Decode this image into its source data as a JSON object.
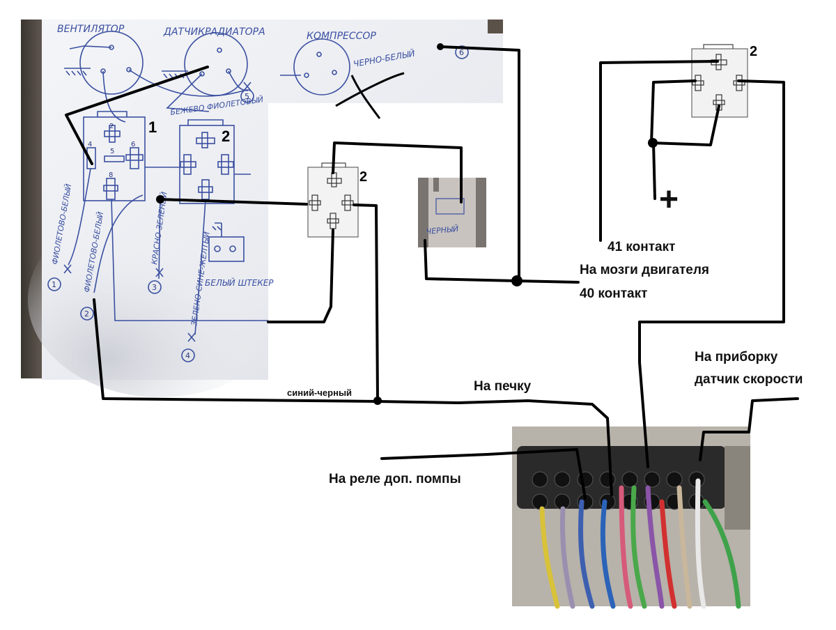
{
  "sketch": {
    "fan": "ВЕНТИЛЯТОР",
    "radiator_sensor": "ДАТЧИКРАДИАТОРА",
    "compressor": "КОМПРЕССОР",
    "ground_mark": "масса",
    "black_white": "ЧЕРНО-БЕЛЫЙ",
    "beige_violet": "БЕЖЕВО ФИОЛЕТОВЫЙ",
    "violet_white_1": "ФИОЛЕТОВО-БЕЛЫЙ",
    "violet_white_2": "ФИОЛЕТОВО-БЕЛЫЙ",
    "red_green": "КРАСНО-ЗЕЛЕНЫЙ",
    "green_blue_yellow": "ЗЕЛЕНО-СИНЕ-ЖЕЛТЫЙ",
    "white_plug": "БЕЛЫЙ ШТЕКЕР",
    "black_wire": "ЧЕРНЫЙ",
    "circle_1": "1",
    "circle_2": "2",
    "circle_3": "3",
    "circle_4": "4",
    "circle_5": "5",
    "circle_6": "6"
  },
  "relays": {
    "relay1_label": "1",
    "relay2a_label": "2",
    "relay2b_label": "2",
    "relay2c_label": "2",
    "pin_2": "2",
    "pin_4": "4",
    "pin_5": "5",
    "pin_6": "6",
    "pin_8": "8"
  },
  "labels": {
    "contact_41": "41 контакт",
    "engine_ecu": "На мозги двигателя",
    "contact_40": "40 контакт",
    "plus": "+",
    "blue_black": "синий-черный",
    "heater": "На печку",
    "dash_line1": "На приборку",
    "dash_line2": "датчик скорости",
    "pump_relay": "На реле доп. помпы"
  },
  "colors": {
    "paper": "#eef0f4",
    "ink": "#3a4fa0",
    "wire": "#000000",
    "connector": "#2a2a2a"
  }
}
